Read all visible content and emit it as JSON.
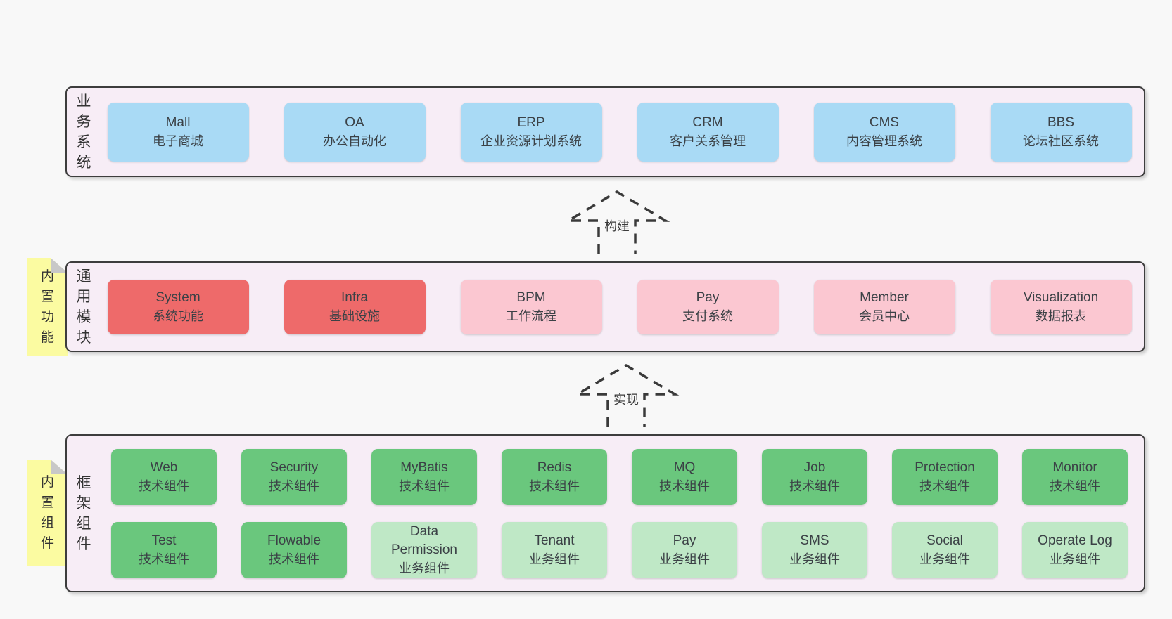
{
  "colors": {
    "page_bg": "#f8f8f8",
    "band_bg": "#f7edf6",
    "band_border": "#3d3d3d",
    "blue": "#a9daf5",
    "red": "#ee6a6a",
    "pink": "#fbc7d1",
    "green_dark": "#6ac77d",
    "green_light": "#bfe8c6",
    "sticky_yellow": "#fbfba1",
    "sticky_fold": "#c8c8c8",
    "text": "#3b4146",
    "arrow": "#3a3a3a"
  },
  "stickies": [
    {
      "text": "内置功能"
    },
    {
      "text": "内置组件"
    }
  ],
  "arrows": [
    {
      "label": "构建"
    },
    {
      "label": "实现"
    }
  ],
  "bands": [
    {
      "label": "业务系统",
      "rows": [
        [
          {
            "en": "Mall",
            "zh": "电子商城",
            "variant": "blue"
          },
          {
            "en": "OA",
            "zh": "办公自动化",
            "variant": "blue"
          },
          {
            "en": "ERP",
            "zh": "企业资源计划系统",
            "variant": "blue"
          },
          {
            "en": "CRM",
            "zh": "客户关系管理",
            "variant": "blue"
          },
          {
            "en": "CMS",
            "zh": "内容管理系统",
            "variant": "blue"
          },
          {
            "en": "BBS",
            "zh": "论坛社区系统",
            "variant": "blue"
          }
        ]
      ]
    },
    {
      "label": "通用模块",
      "rows": [
        [
          {
            "en": "System",
            "zh": "系统功能",
            "variant": "red"
          },
          {
            "en": "Infra",
            "zh": "基础设施",
            "variant": "red"
          },
          {
            "en": "BPM",
            "zh": "工作流程",
            "variant": "pink"
          },
          {
            "en": "Pay",
            "zh": "支付系统",
            "variant": "pink"
          },
          {
            "en": "Member",
            "zh": "会员中心",
            "variant": "pink"
          },
          {
            "en": "Visualization",
            "zh": "数据报表",
            "variant": "pink"
          }
        ]
      ]
    },
    {
      "label": "框架组件",
      "rows": [
        [
          {
            "en": "Web",
            "zh": "技术组件",
            "variant": "green_dark"
          },
          {
            "en": "Security",
            "zh": "技术组件",
            "variant": "green_dark"
          },
          {
            "en": "MyBatis",
            "zh": "技术组件",
            "variant": "green_dark"
          },
          {
            "en": "Redis",
            "zh": "技术组件",
            "variant": "green_dark"
          },
          {
            "en": "MQ",
            "zh": "技术组件",
            "variant": "green_dark"
          },
          {
            "en": "Job",
            "zh": "技术组件",
            "variant": "green_dark"
          },
          {
            "en": "Protection",
            "zh": "技术组件",
            "variant": "green_dark"
          },
          {
            "en": "Monitor",
            "zh": "技术组件",
            "variant": "green_dark"
          }
        ],
        [
          {
            "en": "Test",
            "zh": "技术组件",
            "variant": "green_dark"
          },
          {
            "en": "Flowable",
            "zh": "技术组件",
            "variant": "green_dark"
          },
          {
            "en": "Data Permission",
            "zh": "业务组件",
            "variant": "green_light"
          },
          {
            "en": "Tenant",
            "zh": "业务组件",
            "variant": "green_light"
          },
          {
            "en": "Pay",
            "zh": "业务组件",
            "variant": "green_light"
          },
          {
            "en": "SMS",
            "zh": "业务组件",
            "variant": "green_light"
          },
          {
            "en": "Social",
            "zh": "业务组件",
            "variant": "green_light"
          },
          {
            "en": "Operate Log",
            "zh": "业务组件",
            "variant": "green_light"
          }
        ]
      ]
    }
  ]
}
